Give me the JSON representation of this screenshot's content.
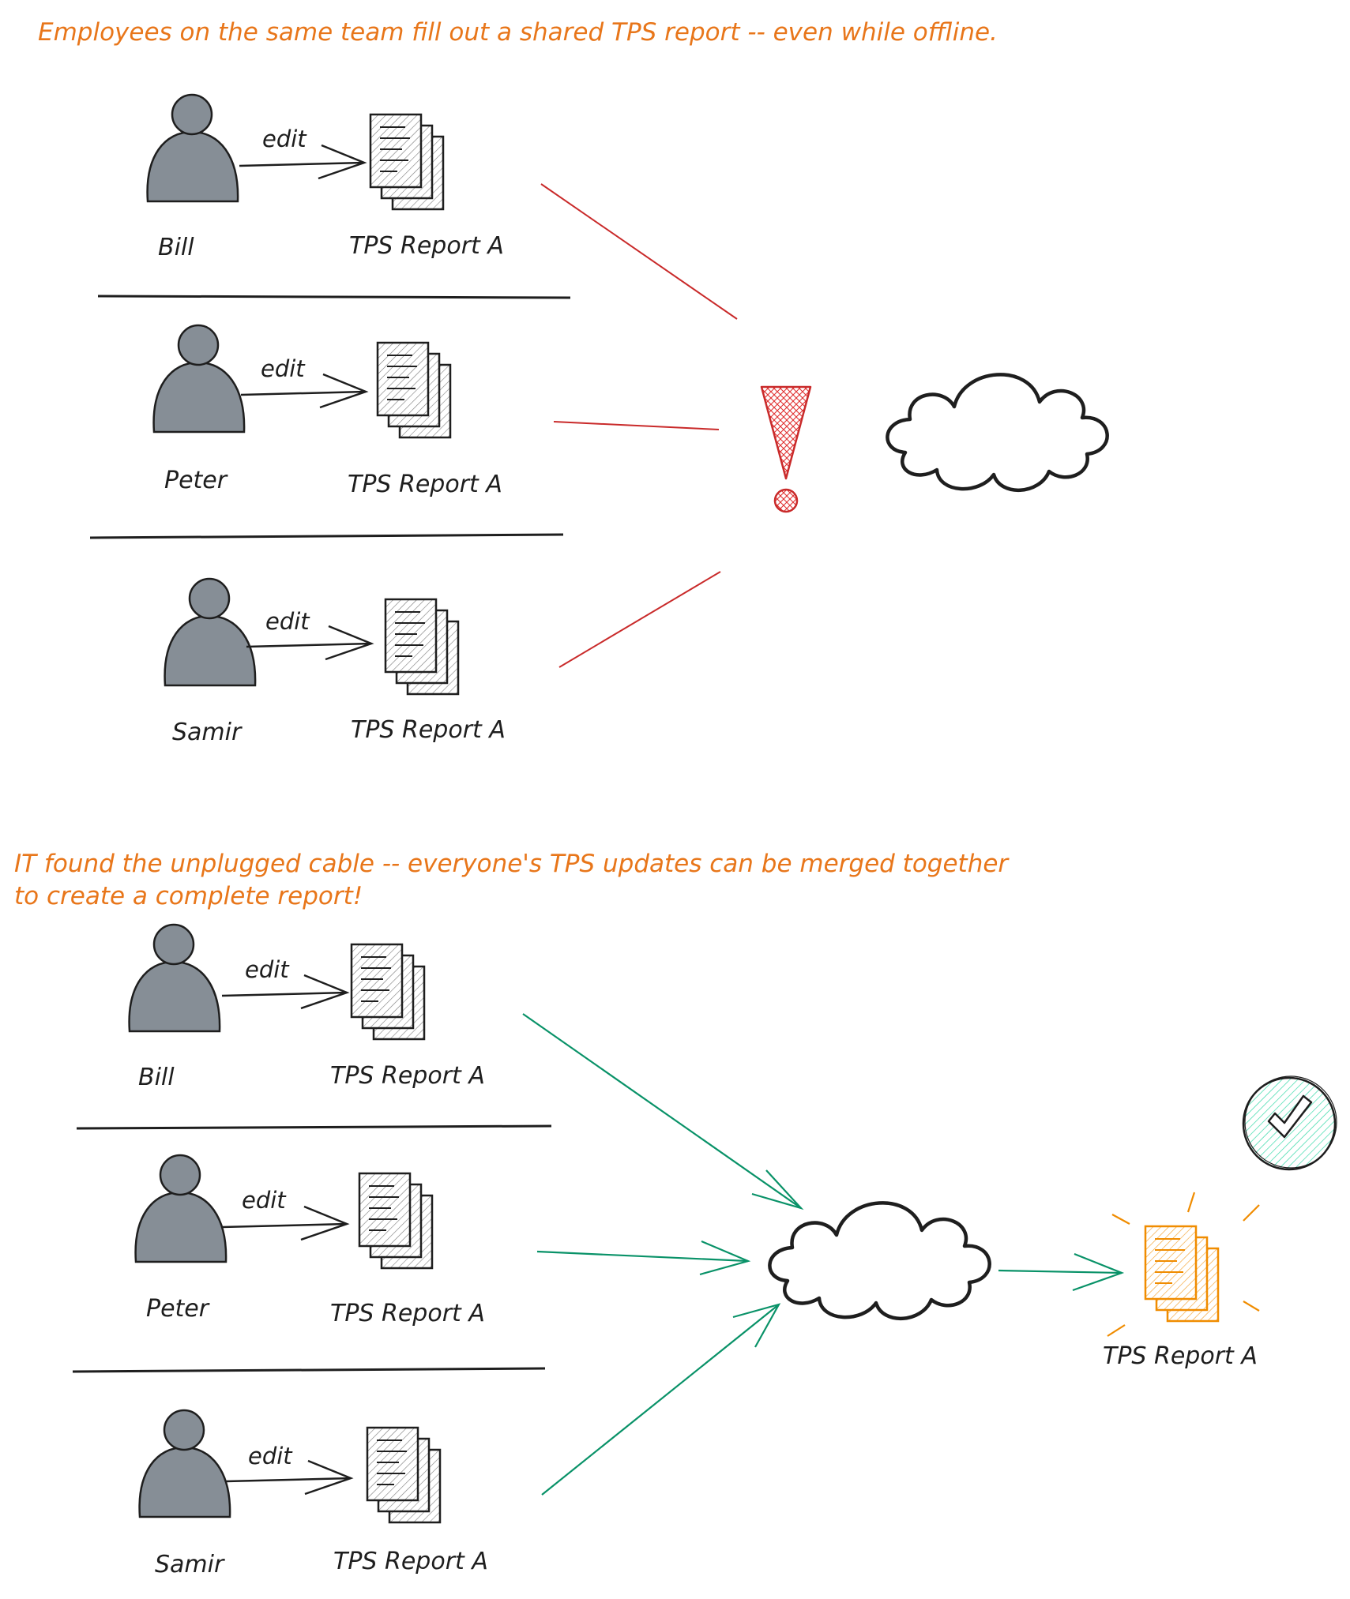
{
  "section1": {
    "caption": "Employees on the same team fill out a shared TPS report -- even while offline.",
    "rows": [
      {
        "person": "Bill",
        "action": "edit",
        "document": "TPS Report A"
      },
      {
        "person": "Peter",
        "action": "edit",
        "document": "TPS Report A"
      },
      {
        "person": "Samir",
        "action": "edit",
        "document": "TPS Report A"
      }
    ],
    "status": "error-exclamation-icon"
  },
  "section2": {
    "caption_line1": "IT found the unplugged cable -- everyone's TPS updates can be merged together",
    "caption_line2": "to create a complete report!",
    "rows": [
      {
        "person": "Bill",
        "action": "edit",
        "document": "TPS Report A"
      },
      {
        "person": "Peter",
        "action": "edit",
        "document": "TPS Report A"
      },
      {
        "person": "Samir",
        "action": "edit",
        "document": "TPS Report A"
      }
    ],
    "merged_document": "TPS Report A",
    "status": "success-check-icon"
  },
  "colors": {
    "caption": "#e8761a",
    "person": "#868e96",
    "ink": "#1e1e1e",
    "error_line": "#c92a2a",
    "error_fill": "#ff8787",
    "success_line": "#099268",
    "success_fill": "#38d9a9",
    "merged_doc": "#f08c00"
  }
}
